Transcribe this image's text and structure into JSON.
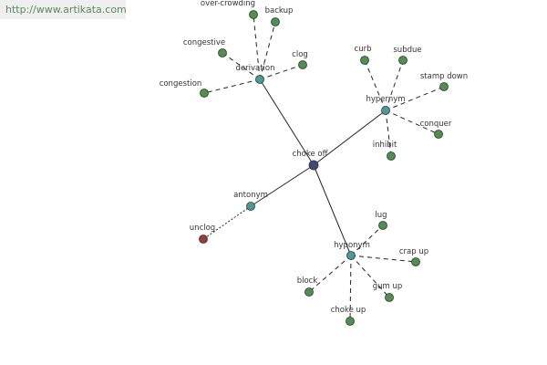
{
  "watermark": "http://www.artikata.com",
  "colors": {
    "center": "#3d4a7a",
    "relation": "#4a9a9a",
    "leaf": "#4f8f4f",
    "antonym_leaf": "#9a3a3a",
    "edge": "#222222"
  },
  "center": {
    "label": "choke off"
  },
  "groups": [
    {
      "label": "derivation",
      "items": [
        "over-crowding",
        "backup",
        "congestive",
        "clog",
        "congestion"
      ]
    },
    {
      "label": "hypernym",
      "items": [
        "curb",
        "subdue",
        "stamp down",
        "conquer",
        "inhibit"
      ]
    },
    {
      "label": "antonym",
      "items": [
        "unclog"
      ]
    },
    {
      "label": "hyponym",
      "items": [
        "lug",
        "crap up",
        "gum up",
        "choke up",
        "block"
      ]
    }
  ]
}
